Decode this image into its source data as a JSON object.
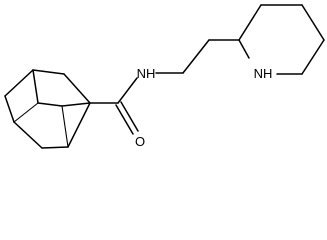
{
  "molecule": {
    "atoms": [
      {
        "id": "amide-n",
        "symbol": "NH"
      },
      {
        "id": "carbonyl-o",
        "symbol": "O"
      },
      {
        "id": "ring-n",
        "symbol": "NH"
      }
    ]
  }
}
